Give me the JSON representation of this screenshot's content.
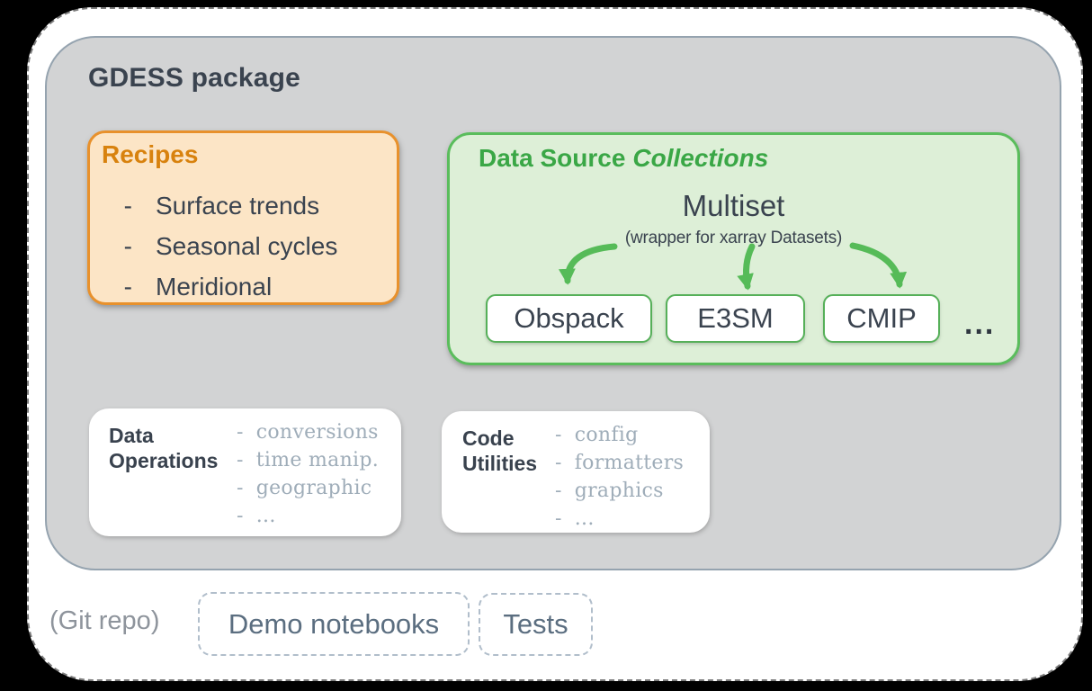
{
  "package": {
    "title": "GDESS package"
  },
  "recipes": {
    "title": "Recipes",
    "bullet": "-",
    "items": [
      "Surface trends",
      "Seasonal cycles",
      "Meridional"
    ]
  },
  "collections": {
    "title_main": "Data Source",
    "title_em": "Collections",
    "multiset_label": "Multiset",
    "multiset_note": "(wrapper for xarray Datasets)",
    "sources": [
      "Obspack",
      "E3SM",
      "CMIP"
    ],
    "more": "..."
  },
  "data_operations": {
    "title": "Data Operations",
    "bullet": "-",
    "items": [
      "conversions",
      "time manip.",
      "geographic",
      "..."
    ]
  },
  "code_utilities": {
    "title": "Code Utilities",
    "bullet": "-",
    "items": [
      "config",
      "formatters",
      "graphics",
      "..."
    ]
  },
  "footer": {
    "repo_label": "(Git repo)",
    "notebooks_label": "Demo notebooks",
    "tests_label": "Tests"
  },
  "colors": {
    "accent_orange": "#e8912c",
    "orange_fill": "#fce5c6",
    "accent_green": "#5abd5c",
    "green_fill": "#ddefd7",
    "green_title": "#3aa746",
    "text_dark": "#3a434f",
    "text_muted": "#9fadb9",
    "footer_text": "#5b6e80",
    "package_fill": "#d2d3d4"
  }
}
